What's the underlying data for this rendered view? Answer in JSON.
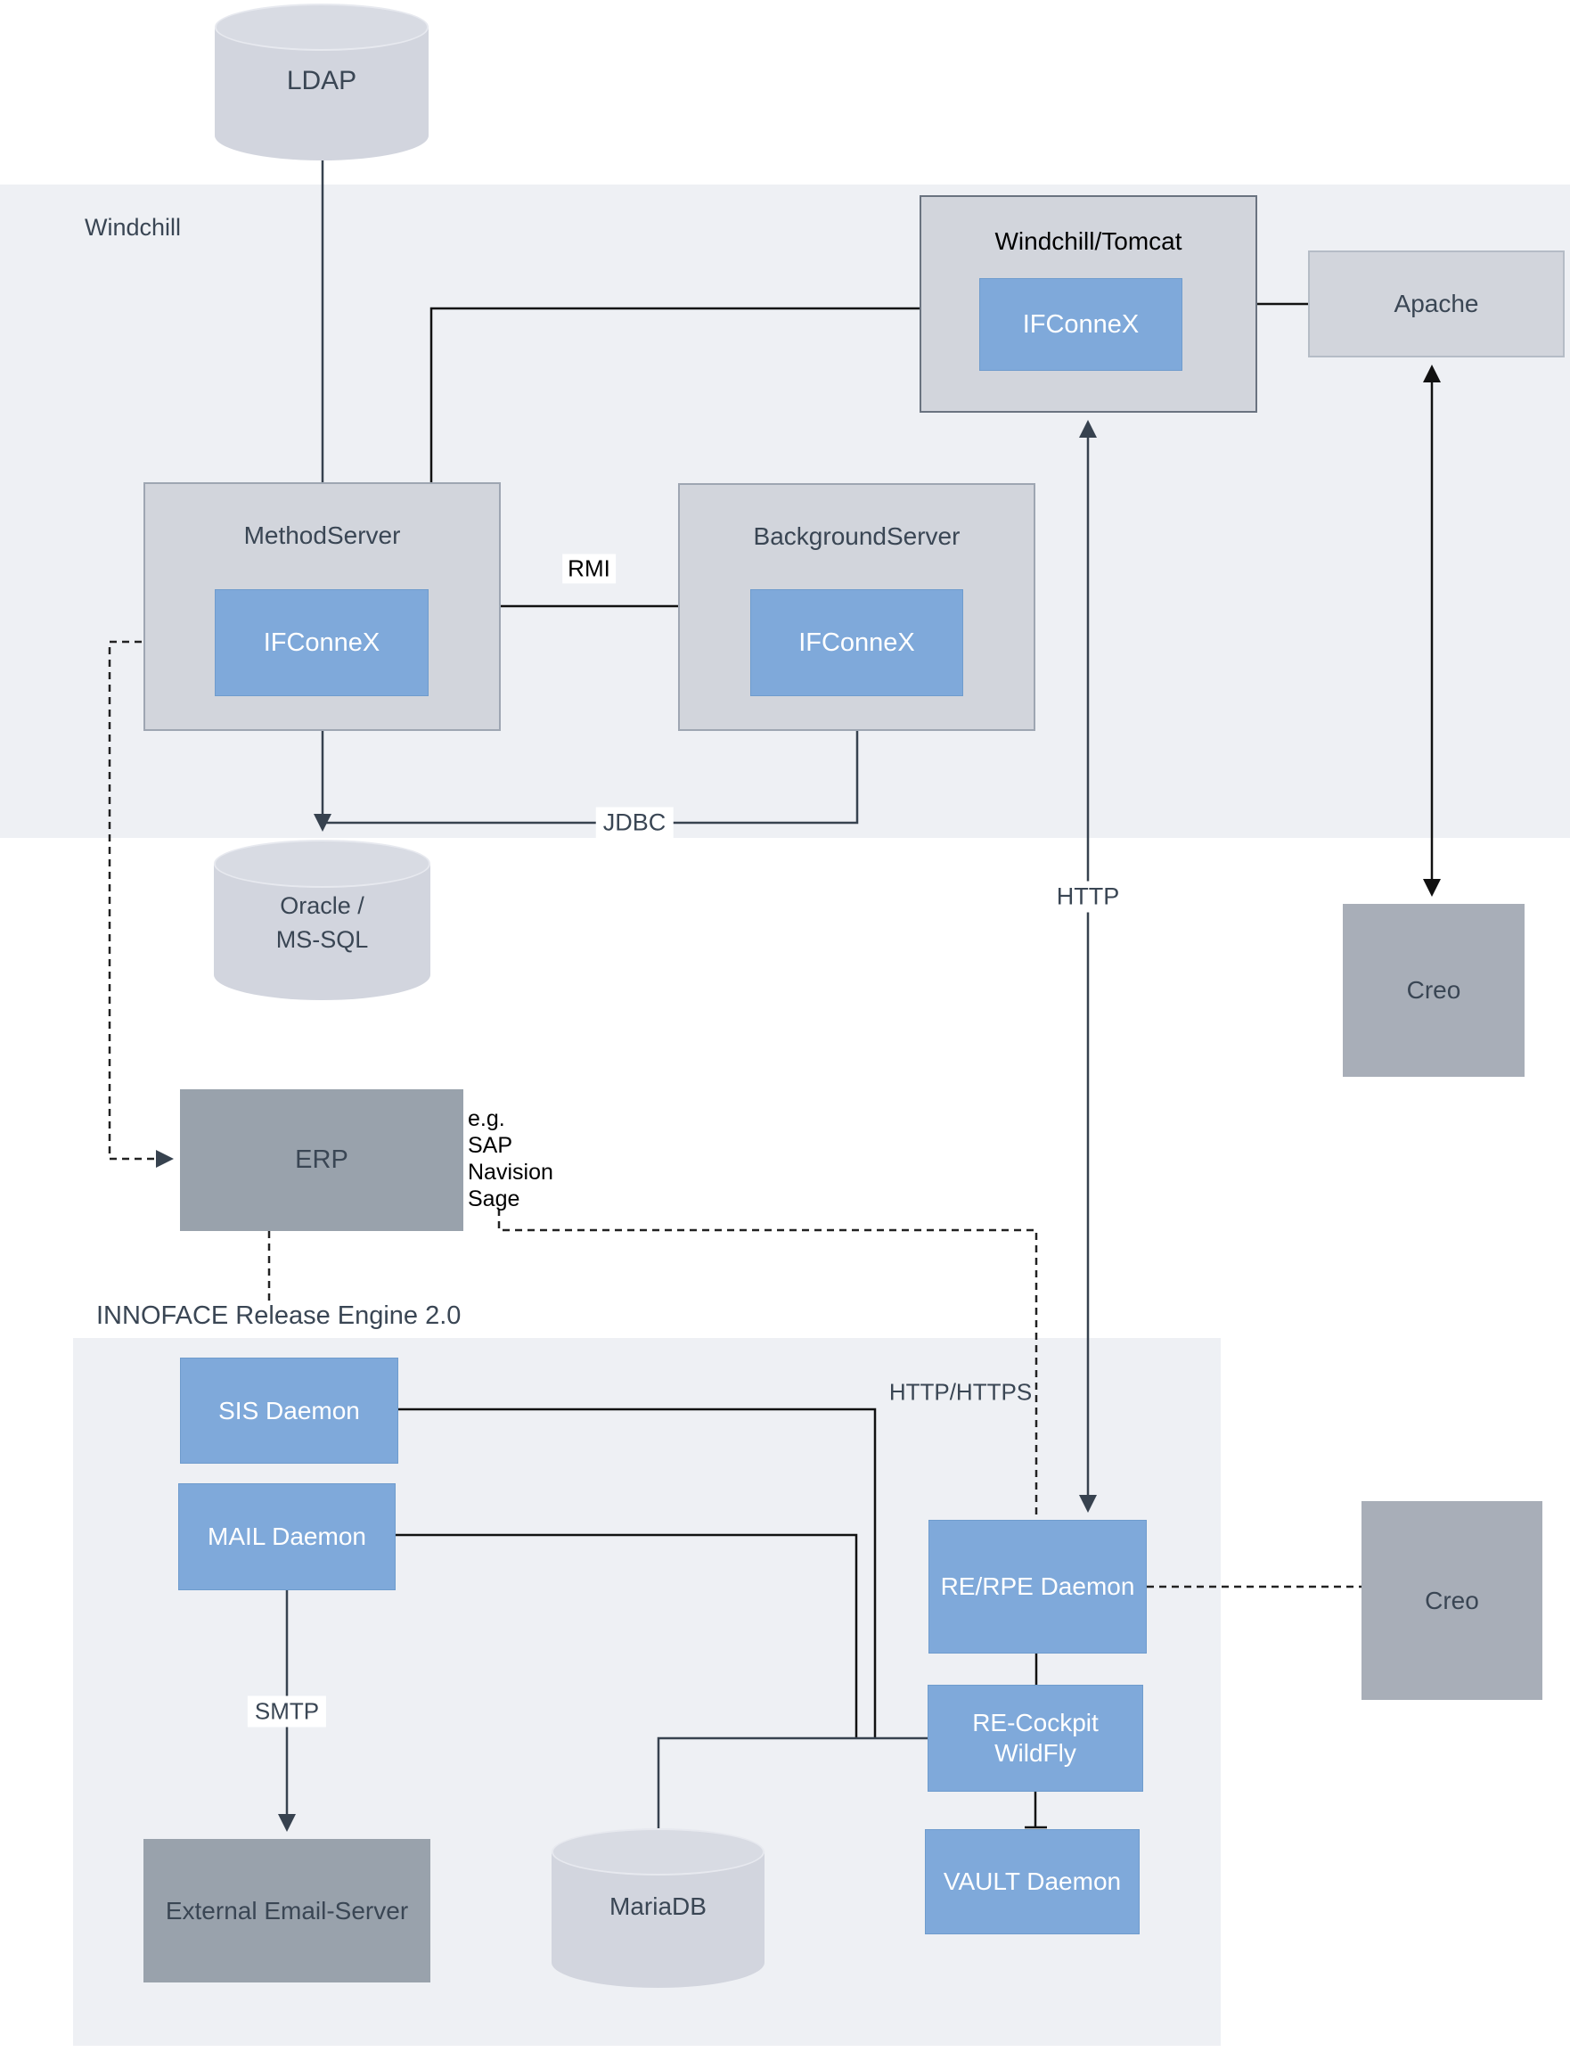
{
  "regions": {
    "windchill": {
      "label": "Windchill"
    },
    "innoface": {
      "label": "INNOFACE Release Engine 2.0"
    }
  },
  "nodes": {
    "ldap": {
      "label": "LDAP",
      "type": "database"
    },
    "windchill_tomcat": {
      "label": "Windchill/Tomcat"
    },
    "windchill_tomcat_ifconnex": {
      "label": "IFConneX"
    },
    "apache": {
      "label": "Apache"
    },
    "methodserver": {
      "label": "MethodServer"
    },
    "methodserver_ifconnex": {
      "label": "IFConneX"
    },
    "backgroundserver": {
      "label": "BackgroundServer"
    },
    "backgroundserver_ifconnex": {
      "label": "IFConneX"
    },
    "oracle": {
      "label_line1": "Oracle /",
      "label_line2": "MS-SQL",
      "type": "database"
    },
    "creo_top": {
      "label": "Creo"
    },
    "erp": {
      "label": "ERP"
    },
    "erp_note": {
      "lines": [
        "e.g.",
        "SAP",
        "Navision",
        "Sage"
      ]
    },
    "sis_daemon": {
      "label": "SIS Daemon"
    },
    "mail_daemon": {
      "label": "MAIL Daemon"
    },
    "rerpe_daemon": {
      "label": "RE/RPE Daemon"
    },
    "recockpit": {
      "label_line1": "RE-Cockpit",
      "label_line2": "WildFly"
    },
    "vault_daemon": {
      "label": "VAULT Daemon"
    },
    "mariadb": {
      "label": "MariaDB",
      "type": "database"
    },
    "external_email": {
      "label": "External Email-Server"
    },
    "creo_bottom": {
      "label": "Creo"
    }
  },
  "edge_labels": {
    "rmi": "RMI",
    "jdbc": "JDBC",
    "http": "HTTP",
    "http_https": "HTTP/HTTPS",
    "smtp": "SMTP"
  },
  "colors": {
    "region_bg": "#eef0f4",
    "box_gray": "#d2d5dc",
    "box_blue": "#7fa9da",
    "box_dark_gray": "#99a2ac",
    "box_creo_gray": "#a8aeb8",
    "text_slate": "#3a4654",
    "line_black": "#111111",
    "line_slate": "#37424f"
  }
}
